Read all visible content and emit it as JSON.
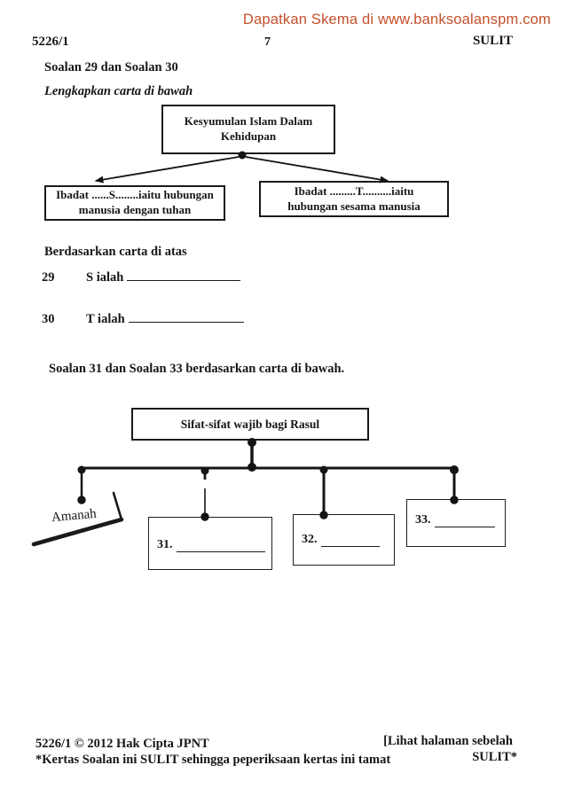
{
  "watermark": {
    "text": "Dapatkan Skema di www.banksoalanspm.com",
    "color": "#c4502c"
  },
  "header": {
    "paper_code": "5226/1",
    "page_number": "7",
    "classification": "SULIT"
  },
  "section1": {
    "title": "Soalan 29 dan Soalan 30",
    "instruction": "Lengkapkan carta di bawah",
    "chart": {
      "root": "Kesyumulan Islam Dalam Kehidupan",
      "left_box": "Ibadat ......S........iaitu hubungan manusia dengan tuhan",
      "right_box": "Ibadat .........T..........iaitu hubungan sesama manusia"
    },
    "based_on": "Berdasarkan carta di atas",
    "questions": [
      {
        "number": "29",
        "prompt": "S ialah"
      },
      {
        "number": "30",
        "prompt": "T ialah"
      }
    ]
  },
  "section2": {
    "title": "Soalan 31 dan Soalan 33 berdasarkan carta di bawah.",
    "chart": {
      "root": "Sifat-sifat wajib bagi Rasul",
      "example_label": "Amanah",
      "answer_boxes": [
        {
          "number": "31."
        },
        {
          "number": "32."
        },
        {
          "number": "33."
        }
      ]
    }
  },
  "footer": {
    "copyright": "5226/1 © 2012 Hak Cipta JPNT",
    "see_overleaf": "[Lihat halaman sebelah",
    "notice": "*Kertas Soalan ini SULIT sehingga peperiksaan kertas ini tamat",
    "classification": "SULIT*"
  }
}
